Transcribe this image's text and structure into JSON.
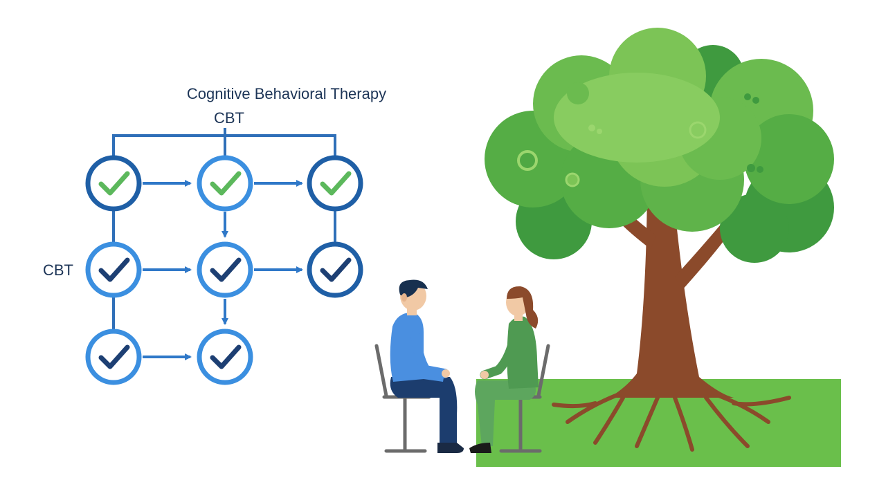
{
  "diagram": {
    "title": "Cognitive Behavioral Therapy",
    "top_label": "CBT",
    "side_label": "CBT",
    "nodes": [
      {
        "id": "r1c1",
        "check": "green"
      },
      {
        "id": "r1c2",
        "check": "green"
      },
      {
        "id": "r1c3",
        "check": "green"
      },
      {
        "id": "r2c1",
        "check": "navy"
      },
      {
        "id": "r2c2",
        "check": "navy"
      },
      {
        "id": "r2c3",
        "check": "navy"
      },
      {
        "id": "r3c1",
        "check": "navy"
      },
      {
        "id": "r3c2",
        "check": "navy"
      }
    ],
    "colors": {
      "text": "#1d3557",
      "ring_dark": "#1f5fa6",
      "ring_light": "#3b8fe0",
      "check_green": "#5cb85c",
      "check_navy": "#1d3f73",
      "arrow": "#2f78c8"
    }
  },
  "illustration": {
    "colors": {
      "grass": "#6abf4b",
      "trunk": "#8b4a2b",
      "foliage_dark": "#3f9a3f",
      "foliage_light": "#7cc456",
      "man_shirt": "#4a8fe0",
      "man_pants": "#1c3d6e",
      "woman_dress": "#4f9a52",
      "chair": "#6b6b6b"
    }
  }
}
